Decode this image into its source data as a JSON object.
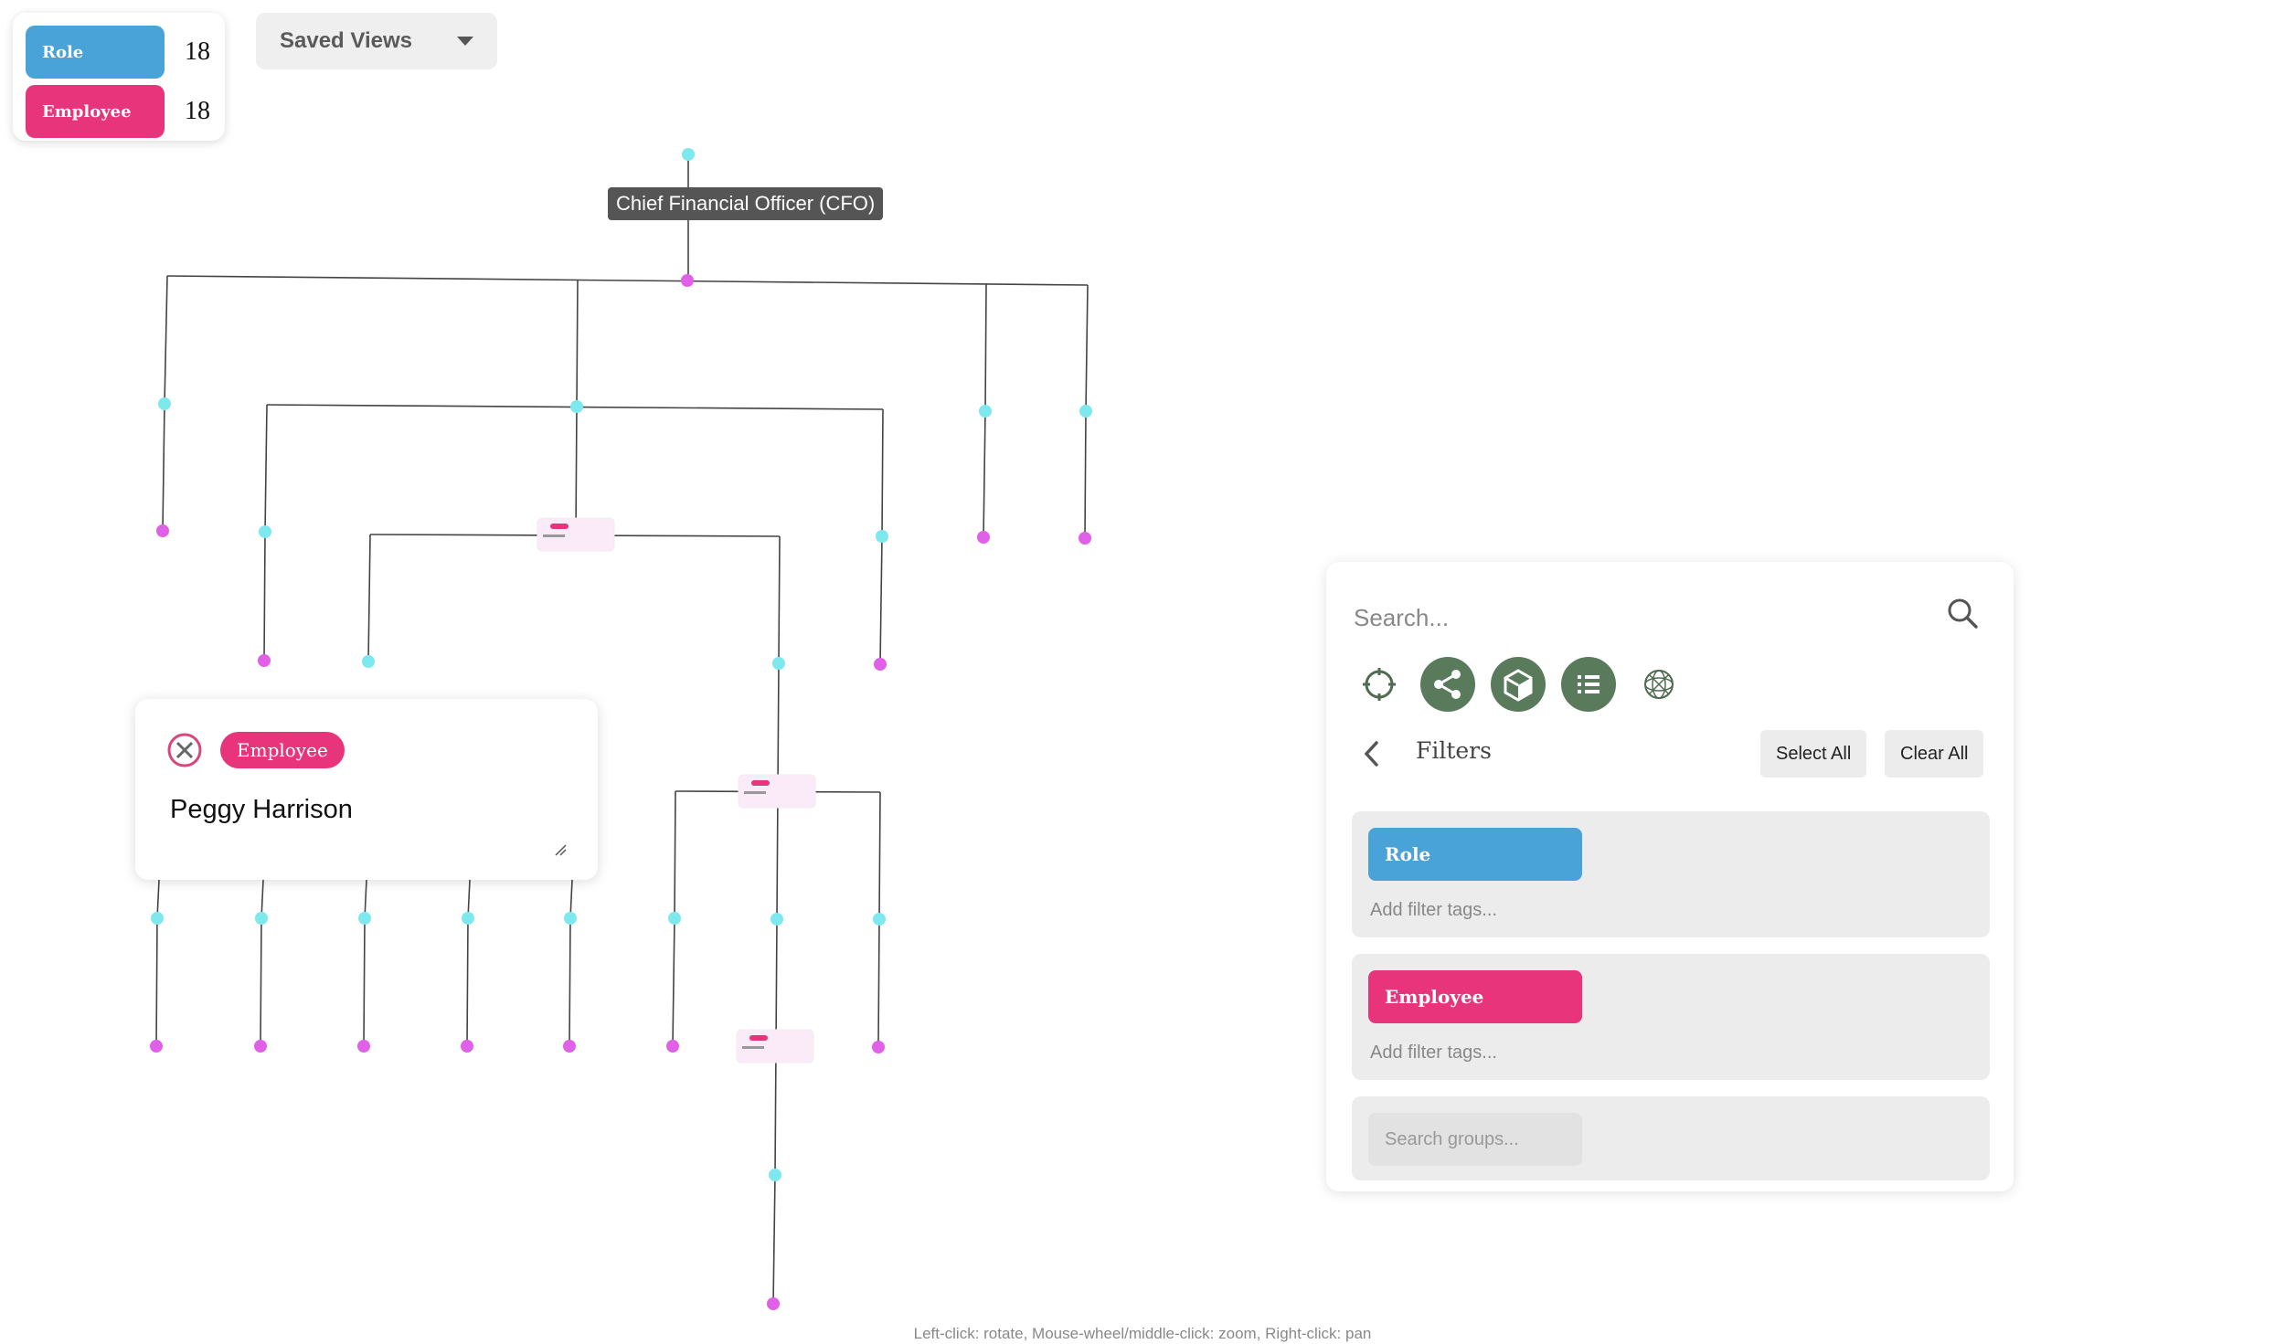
{
  "legend": {
    "items": [
      {
        "label": "Role",
        "count": "18",
        "color": "#4aa3d8"
      },
      {
        "label": "Employee",
        "count": "18",
        "color": "#e8347a"
      }
    ]
  },
  "saved_views": {
    "label": "Saved Views"
  },
  "tooltip": {
    "label": "Chief Financial Officer (CFO)"
  },
  "employee_card": {
    "badge": "Employee",
    "name": "Peggy Harrison",
    "badge_color": "#e8347a"
  },
  "panel": {
    "search_placeholder": "Search...",
    "filters_title": "Filters",
    "select_all": "Select All",
    "clear_all": "Clear All",
    "filters": [
      {
        "label": "Role",
        "color": "#4aa3d8",
        "placeholder": "Add filter tags..."
      },
      {
        "label": "Employee",
        "color": "#e8347a",
        "placeholder": "Add filter tags..."
      }
    ],
    "groups_placeholder": "Search groups...",
    "tool_icons": [
      "crosshair-icon",
      "share-graph-icon",
      "cube-icon",
      "list-icon",
      "network-globe-icon"
    ]
  },
  "graph": {
    "role_color": "#7ee8ef",
    "employee_color": "#e060e8",
    "edge_color": "#444444"
  },
  "hint": "Left-click: rotate, Mouse-wheel/middle-click: zoom, Right-click: pan"
}
